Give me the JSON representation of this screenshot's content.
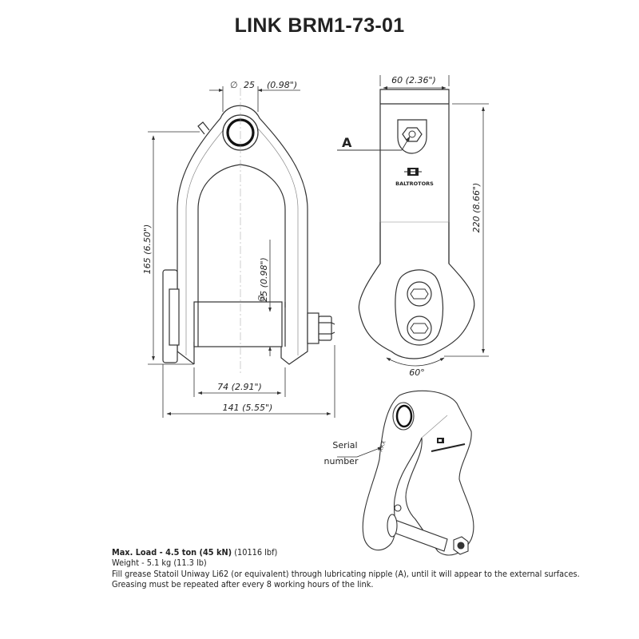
{
  "title": "LINK BRM1-73-01",
  "dimensions": {
    "top_pin_dia": "25",
    "top_pin_dia_in": "(0.98\")",
    "height": "165 (6.50\")",
    "pin_dia": "25 (0.98\")",
    "inner_width": "74 (2.91\")",
    "overall_width": "141 (5.55\")",
    "side_width": "60 (2.36\")",
    "side_height": "220 (8.66\")",
    "angle": "60°"
  },
  "callouts": {
    "nipple_label": "A",
    "serial_label_line1": "Serial",
    "serial_label_line2": "number",
    "engraving": "XXX"
  },
  "logo_text": "BALTROTORS",
  "notes": {
    "load_label": "Max. Load - 4.5 ton (45 kN)",
    "load_extra": "(10116 lbf)",
    "weight": "Weight - 5.1 kg (11.3 lb)",
    "grease": "Fill grease Statoil Uniway Li62 (or equivalent) through lubricating nipple (A), until it will appear to the external surfaces.",
    "interval": "Greasing must be repeated after every 8 working hours of the link."
  }
}
